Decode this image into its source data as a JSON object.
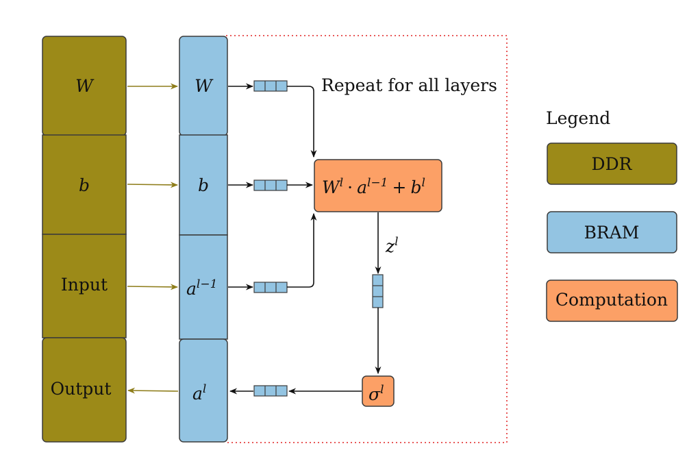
{
  "colors": {
    "ddr": "#9c8a18",
    "bram": "#93c4e2",
    "computation": "#fca066",
    "border": "#3b3b3b",
    "ddr_arrow": "#8e7d1a",
    "loop_border": "#e02020"
  },
  "ddr_blocks": [
    "W",
    "b",
    "Input",
    "Output"
  ],
  "bram_blocks": {
    "W": "W",
    "b": "b",
    "a_prev_base": "a",
    "a_prev_sup": "l−1",
    "a_base": "a",
    "a_sup": "l"
  },
  "loop_label": "Repeat for all layers",
  "compute_box": {
    "W": "W",
    "W_sup": "l",
    "dot": "·",
    "a": "a",
    "a_sup": "l−1",
    "plus": "+",
    "b": "b",
    "b_sup": "l"
  },
  "z_label": {
    "base": "z",
    "sup": "l"
  },
  "sigma_box": {
    "base": "σ",
    "sup": "l"
  },
  "legend": {
    "title": "Legend",
    "items": [
      {
        "label": "DDR",
        "color": "#9c8a18"
      },
      {
        "label": "BRAM",
        "color": "#93c4e2"
      },
      {
        "label": "Computation",
        "color": "#fca066"
      }
    ]
  }
}
